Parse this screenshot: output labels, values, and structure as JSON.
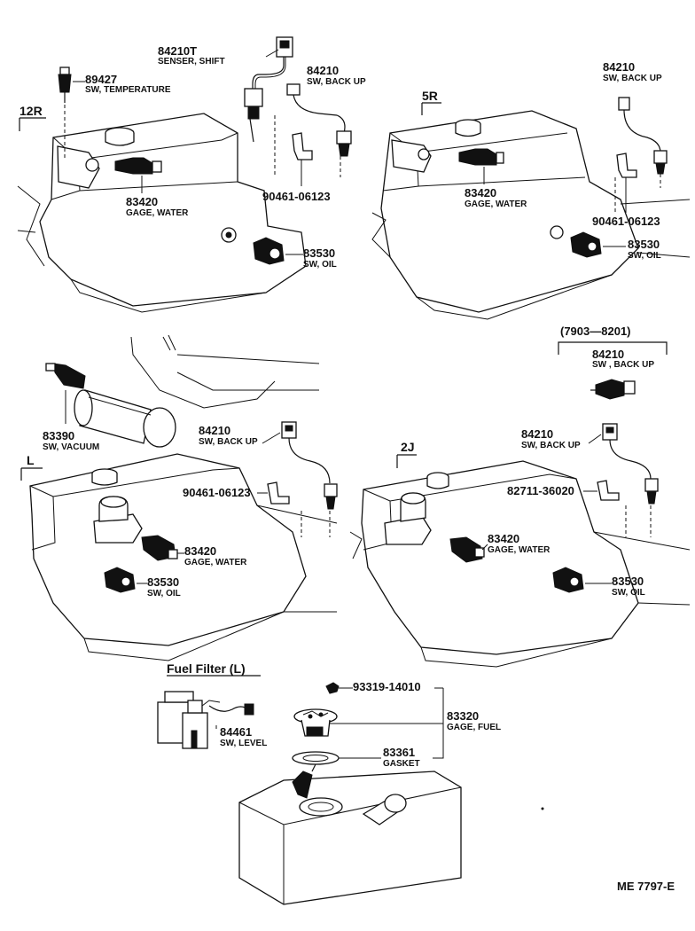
{
  "sections": {
    "s12r": "12R",
    "s5r": "5R",
    "sL": "L",
    "s2j": "2J",
    "fuel_filter": "Fuel Filter (L)",
    "date_range": "(7903—8201)"
  },
  "parts": {
    "p89427": {
      "num": "89427",
      "desc": "SW, TEMPERATURE"
    },
    "p84210t": {
      "num": "84210T",
      "desc": "SENSER, SHIFT"
    },
    "p84210_a": {
      "num": "84210",
      "desc": "SW, BACK UP"
    },
    "p84210_b": {
      "num": "84210",
      "desc": "SW, BACK UP"
    },
    "p84210_c": {
      "num": "84210",
      "desc": "SW , BACK UP"
    },
    "p84210_d": {
      "num": "84210",
      "desc": "SW, BACK UP"
    },
    "p84210_e": {
      "num": "84210",
      "desc": "SW, BACK UP"
    },
    "p83420_a": {
      "num": "83420",
      "desc": "GAGE, WATER"
    },
    "p83420_b": {
      "num": "83420",
      "desc": "GAGE, WATER"
    },
    "p83420_c": {
      "num": "83420",
      "desc": "GAGE, WATER"
    },
    "p83420_d": {
      "num": "83420",
      "desc": "GAGE, WATER"
    },
    "p90461_a": {
      "num": "90461-06123"
    },
    "p90461_b": {
      "num": "90461-06123"
    },
    "p90461_c": {
      "num": "90461-06123"
    },
    "p82711": {
      "num": "82711-36020"
    },
    "p83530_a": {
      "num": "83530",
      "desc": "SW, OIL"
    },
    "p83530_b": {
      "num": "83530",
      "desc": "SW, OIL"
    },
    "p83530_c": {
      "num": "83530",
      "desc": "SW, OIL"
    },
    "p83530_d": {
      "num": "83530",
      "desc": "SW, OIL"
    },
    "p83390": {
      "num": "83390",
      "desc": "SW, VACUUM"
    },
    "p84461": {
      "num": "84461",
      "desc": "SW, LEVEL"
    },
    "p93319": {
      "num": "93319-14010"
    },
    "p83320": {
      "num": "83320",
      "desc": "GAGE, FUEL"
    },
    "p83361": {
      "num": "83361",
      "desc": "GASKET"
    }
  },
  "footer": {
    "code": "ME  7797-E"
  }
}
